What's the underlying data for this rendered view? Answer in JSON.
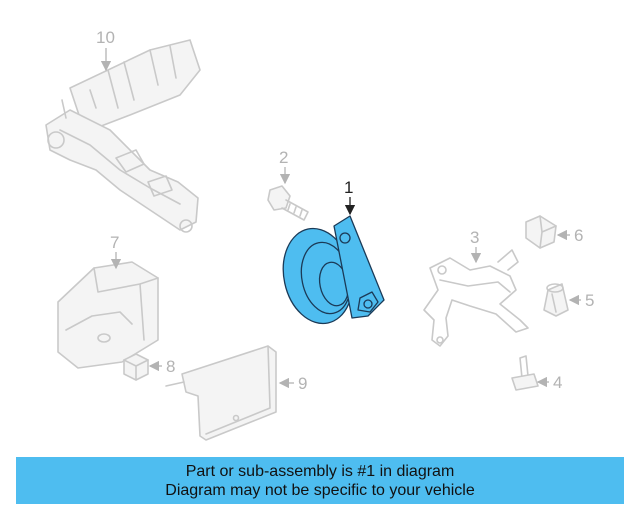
{
  "colors": {
    "highlight": "#4ebdf0",
    "highlight_dark": "#2a8fc2",
    "banner_bg": "#4ebdf0",
    "ghost_line": "#c9c9c9",
    "callout_text": "#b3b3b3",
    "active_text": "#222222"
  },
  "callouts": {
    "c1": "1",
    "c2": "2",
    "c3": "3",
    "c4": "4",
    "c5": "5",
    "c6": "6",
    "c7": "7",
    "c8": "8",
    "c9": "9",
    "c10": "10"
  },
  "parts": {
    "1": "horn-icon",
    "2": "bolt-icon",
    "3": "bracket-icon",
    "4": "stud-icon",
    "5": "nut-icon",
    "6": "nut-icon",
    "7": "module-icon",
    "8": "nut-icon",
    "9": "plate-icon",
    "10": "relay-box-icon"
  },
  "banner": {
    "line1": "Part or sub-assembly is #1 in diagram",
    "line2": "Diagram may not be specific to your vehicle"
  }
}
